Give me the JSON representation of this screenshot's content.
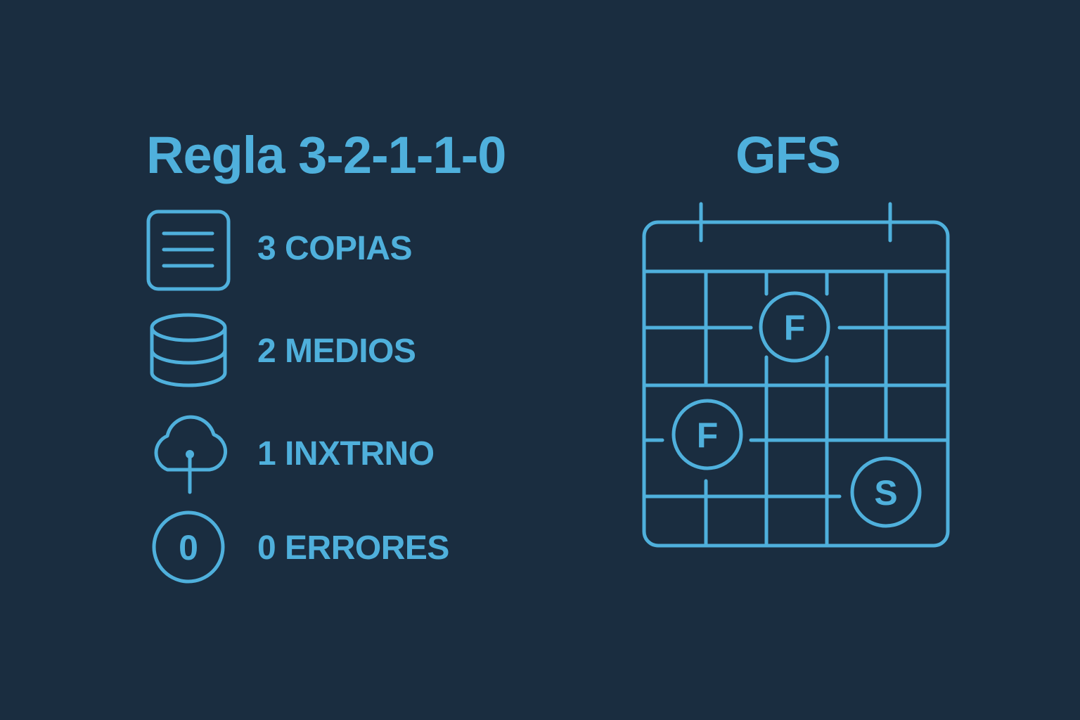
{
  "left_panel": {
    "title": "Regla 3-2-1-1-0",
    "items": [
      {
        "icon": "document-lines-icon",
        "label": "3 COPIAS"
      },
      {
        "icon": "database-cylinder-icon",
        "label": "2 MEDIOS"
      },
      {
        "icon": "cloud-icon",
        "label": "1 INXTRNO"
      },
      {
        "icon": "zero-circle-icon",
        "label": "0 ERRORES",
        "icon_text": "0"
      }
    ]
  },
  "right_panel": {
    "title": "GFS",
    "calendar": {
      "icon": "calendar-icon",
      "markers": [
        {
          "label": "F",
          "meaning_icon": "full-backup-marker"
        },
        {
          "label": "F",
          "meaning_icon": "full-backup-marker"
        },
        {
          "label": "S",
          "meaning_icon": "son-backup-marker"
        }
      ]
    }
  },
  "colors": {
    "background": "#1a2d40",
    "accent": "#4fb0dc"
  }
}
